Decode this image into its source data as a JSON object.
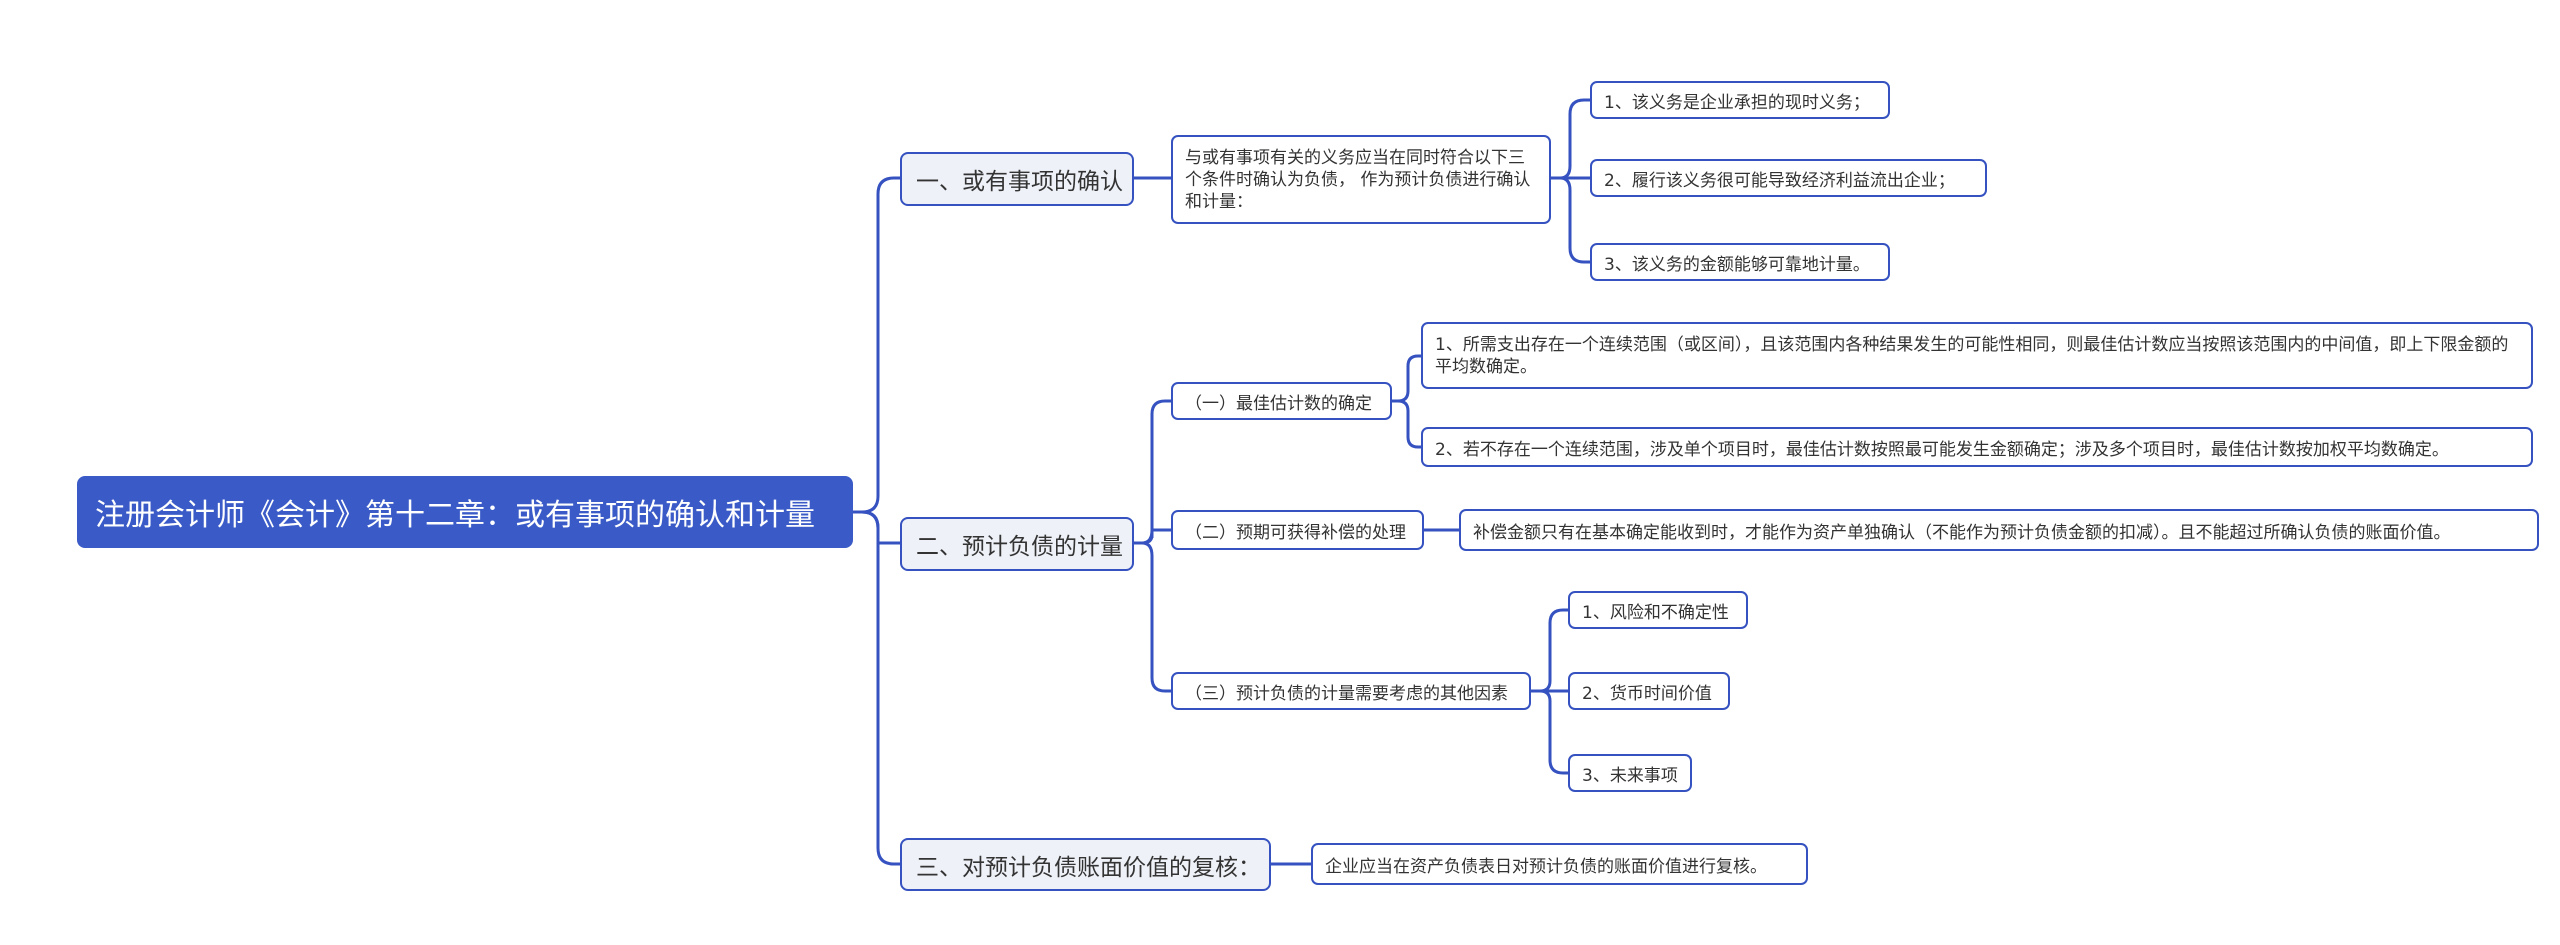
{
  "root": {
    "label": "注册会计师《会计》第十二章：或有事项的确认和计量"
  },
  "branch1": {
    "label": "一、或有事项的确认",
    "detail": "与或有事项有关的义务应当在同时符合以下三个条件时确认为负债， 作为预计负债进行确认和计量：",
    "conditions": [
      "1、该义务是企业承担的现时义务；",
      "2、履行该义务很可能导致经济利益流出企业；",
      "3、该义务的金额能够可靠地计量。"
    ]
  },
  "branch2": {
    "label": "二、预计负债的计量",
    "best_estimate": {
      "label": "（一）最佳估计数的确定",
      "items": [
        "1、所需支出存在一个连续范围（或区间），且该范围内各种结果发生的可能性相同，则最佳估计数应当按照该范围内的中间值，即上下限金额的平均数确定。",
        "2、若不存在一个连续范围，涉及单个项目时，最佳估计数按照最可能发生金额确定；涉及多个项目时，最佳估计数按加权平均数确定。"
      ]
    },
    "compensation": {
      "label": "（二）预期可获得补偿的处理",
      "detail": "补偿金额只有在基本确定能收到时，才能作为资产单独确认（不能作为预计负债金额的扣减）。且不能超过所确认负债的账面价值。"
    },
    "other_factors": {
      "label": "（三）预计负债的计量需要考虑的其他因素",
      "items": [
        "1、风险和不确定性",
        "2、货币时间价值",
        "3、未来事项"
      ]
    }
  },
  "branch3": {
    "label": "三、对预计负债账面价值的复核：",
    "detail": "企业应当在资产负债表日对预计负债的账面价值进行复核。"
  }
}
